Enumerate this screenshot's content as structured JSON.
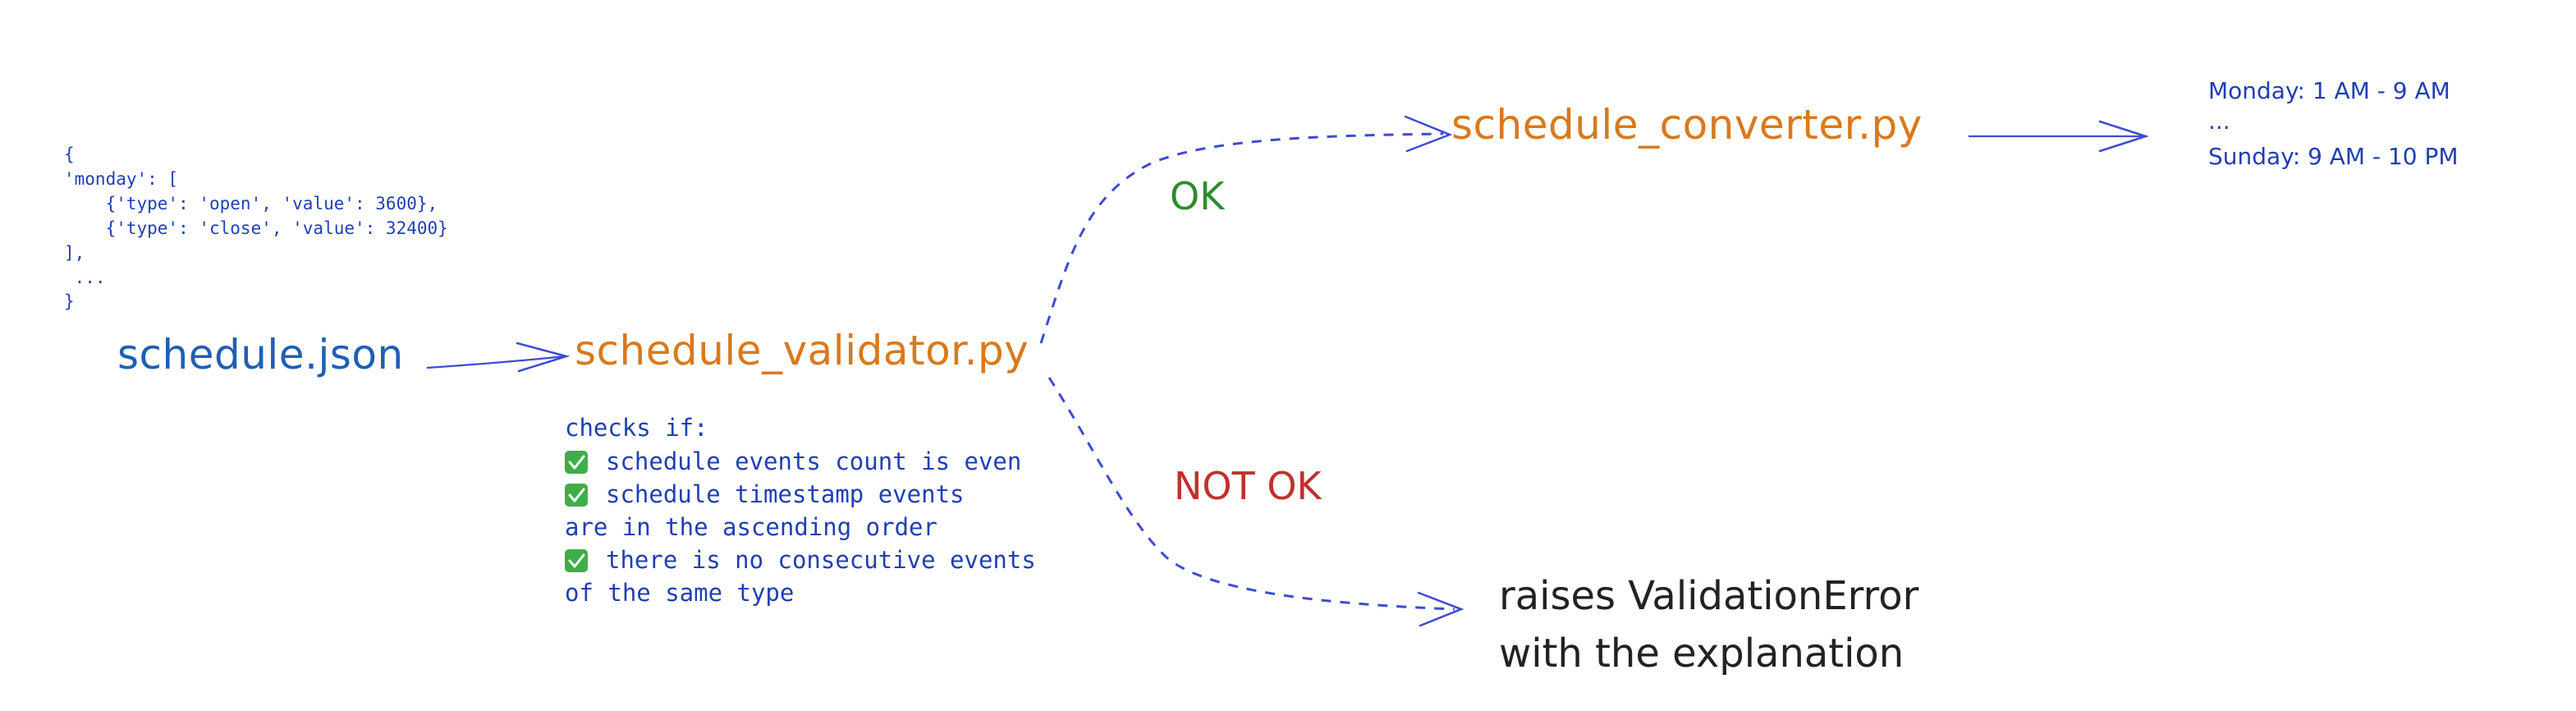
{
  "colors": {
    "background": "#ffffff",
    "json_blue": "#1f5fb3",
    "script_orange": "#d9791c",
    "ok_green": "#2e8b2e",
    "not_ok_red": "#c0312b",
    "arrow_blue": "#3d4bd1",
    "text_blue": "#1f3fb3",
    "dark_text": "#222222",
    "check_green": "#3fae49"
  },
  "json_snippet": {
    "lines": [
      "{",
      "'monday': [",
      "    {'type': 'open', 'value': 3600},",
      "    {'type': 'close', 'value': 32400}",
      "],",
      " ...",
      "}"
    ]
  },
  "nodes": {
    "input": {
      "label": "schedule.json"
    },
    "validator": {
      "label": "schedule_validator.py"
    },
    "converter": {
      "label": "schedule_converter.py"
    }
  },
  "checks": {
    "heading": "checks if:",
    "lines": [
      {
        "text": "schedule events count is even",
        "checked": true
      },
      {
        "text": "schedule timestamp events",
        "checked": true
      },
      {
        "text": "are in the ascending order",
        "checked": false
      },
      {
        "text": "there is no consecutive events",
        "checked": true
      },
      {
        "text": "of the same type",
        "checked": false
      }
    ],
    "check_icon": "check-mark-button-icon"
  },
  "branches": {
    "ok_label": "OK",
    "not_ok_label": "NOT OK"
  },
  "output": {
    "lines": [
      "Monday: 1 AM - 9 AM",
      "...",
      "Sunday: 9 AM - 10 PM"
    ]
  },
  "error": {
    "lines": [
      "raises ValidationError",
      "with the explanation"
    ]
  }
}
